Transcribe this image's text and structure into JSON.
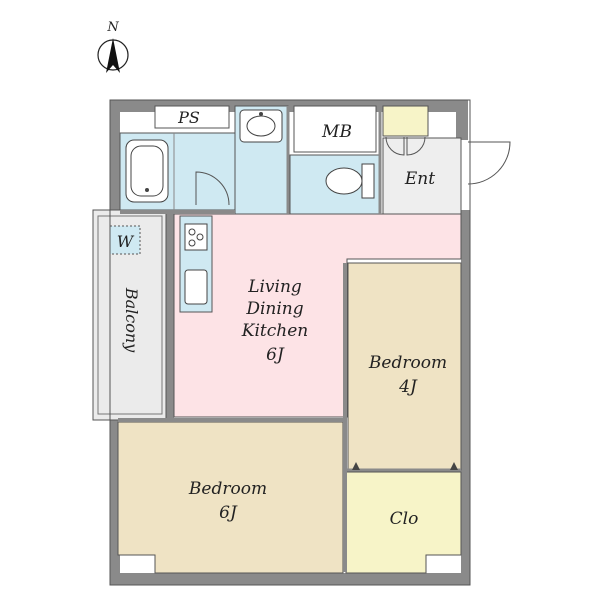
{
  "compass": {
    "label": "N"
  },
  "colors": {
    "wall": "#8a8a8a",
    "wet_area": "#cfe9f2",
    "ldk": "#fde3e6",
    "bedroom": "#efe3c4",
    "closet": "#f7f4c8",
    "entrance": "#eeeeee",
    "balcony": "#ebebeb",
    "storage": "#ffffff"
  },
  "rooms": {
    "ps": {
      "label": "PS"
    },
    "mb": {
      "label": "MB"
    },
    "ent": {
      "label": "Ent"
    },
    "washer": {
      "label": "W"
    },
    "balcony": {
      "label": "Balcony"
    },
    "ldk": {
      "lines": [
        "Living",
        "Dining",
        "Kitchen",
        "6J"
      ]
    },
    "bedroom_east": {
      "lines": [
        "Bedroom",
        "4J"
      ]
    },
    "bedroom_south": {
      "lines": [
        "Bedroom",
        "6J"
      ]
    },
    "closet": {
      "label": "Clo"
    }
  }
}
